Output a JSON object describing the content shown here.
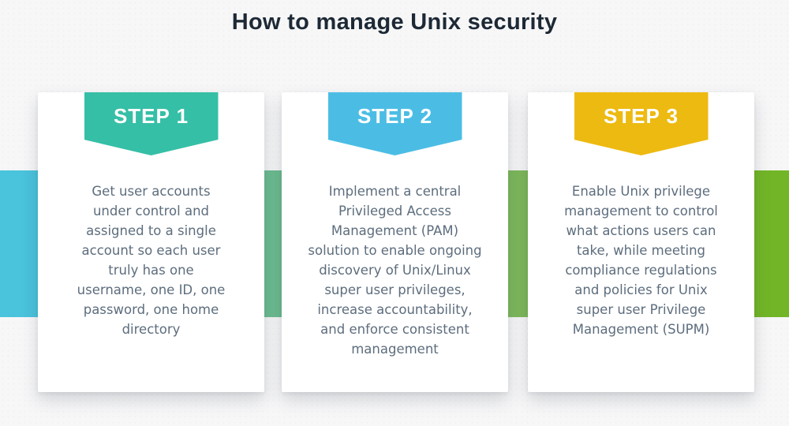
{
  "title": "How to manage Unix security",
  "theme": {
    "bg": "#f7f7f8",
    "title-color": "#1d2935",
    "body-color": "#5d6d7d",
    "card-bg": "#ffffff",
    "step1-accent": "#35bfa6",
    "step2-accent": "#4bbde5",
    "step3-accent": "#edba11",
    "band-cyan": "#4ac3dc",
    "band-jade": "#6dbd92",
    "band-green": "#7eb95c",
    "band-lime": "#72b627"
  },
  "steps": [
    {
      "label": "STEP 1",
      "lines": [
        "Get user accounts",
        "under control and",
        "assigned to a single",
        "account so each user",
        "truly has one",
        "username, one ID, one",
        "password, one home",
        "directory"
      ]
    },
    {
      "label": "STEP 2",
      "lines": [
        "Implement a central",
        "Privileged Access",
        "Management (PAM)",
        "solution to enable ongoing",
        "discovery of Unix/Linux",
        "super user privileges,",
        "increase accountability,",
        "and enforce consistent",
        "management"
      ]
    },
    {
      "label": "STEP 3",
      "lines": [
        "Enable Unix privilege",
        "management to control",
        "what actions users can",
        "take, while meeting",
        "compliance regulations",
        "and policies for Unix",
        "super user Privilege",
        "Management (SUPM)"
      ]
    }
  ]
}
